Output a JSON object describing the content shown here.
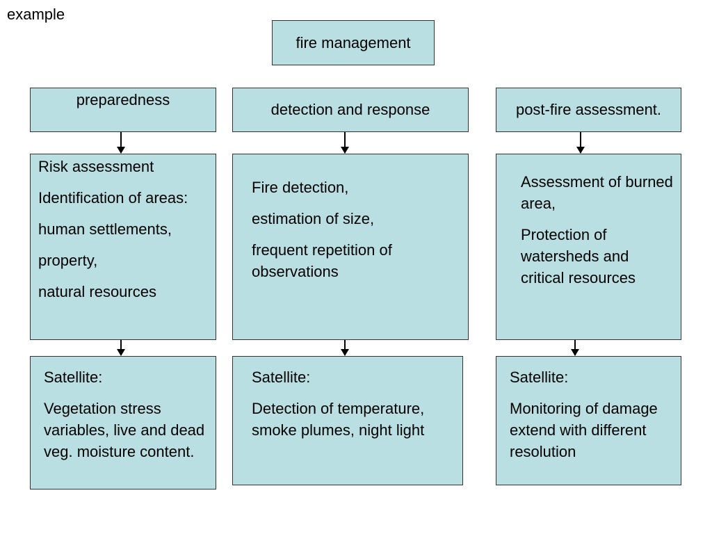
{
  "slide_label": "example",
  "title": "fire management",
  "columns": [
    {
      "header": "preparedness",
      "middle": [
        "Risk assessment",
        "Identification of areas:",
        "human settlements,",
        "property,",
        "natural resources"
      ],
      "bottom": [
        "Satellite:",
        "Vegetation stress variables, live and dead veg. moisture content."
      ]
    },
    {
      "header": "detection and response",
      "middle": [
        "Fire detection,",
        "estimation of size,",
        "frequent repetition of observations"
      ],
      "bottom": [
        "Satellite:",
        "Detection of temperature, smoke plumes, night light"
      ]
    },
    {
      "header": "post-fire assessment.",
      "middle": [
        "Assessment of burned area,",
        "Protection of watersheds and critical resources"
      ],
      "bottom": [
        "Satellite:",
        "Monitoring of damage extend with different resolution"
      ]
    }
  ],
  "colors": {
    "box_fill": "#b9dfe2",
    "border": "#333333"
  }
}
